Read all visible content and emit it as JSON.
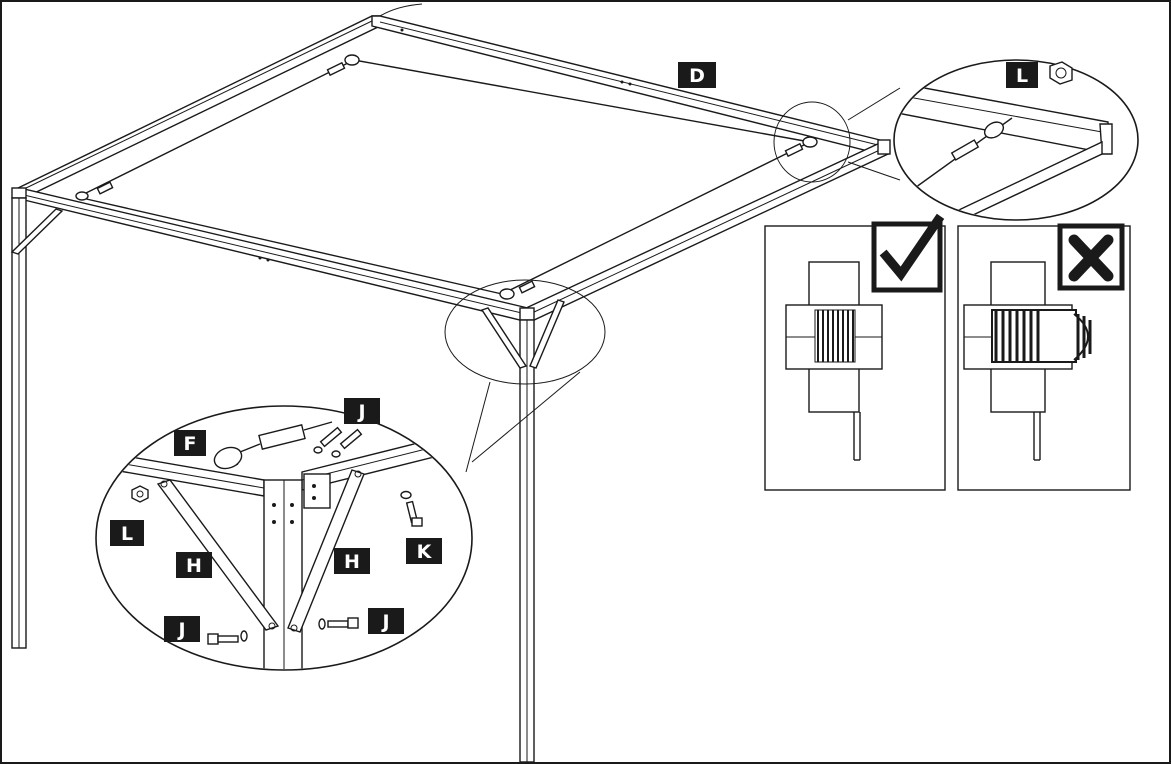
{
  "diagram": {
    "part_labels": {
      "D": "D",
      "L_top": "L",
      "F": "F",
      "J_top": "J",
      "L_detail": "L",
      "H_left": "H",
      "H_right": "H",
      "K": "K",
      "J_bottom_left": "J",
      "J_bottom_right": "J"
    },
    "check_icon": "check-mark-icon",
    "cross_icon": "cross-mark-icon",
    "colors": {
      "ink": "#1a1a1a",
      "paper": "#ffffff"
    }
  }
}
